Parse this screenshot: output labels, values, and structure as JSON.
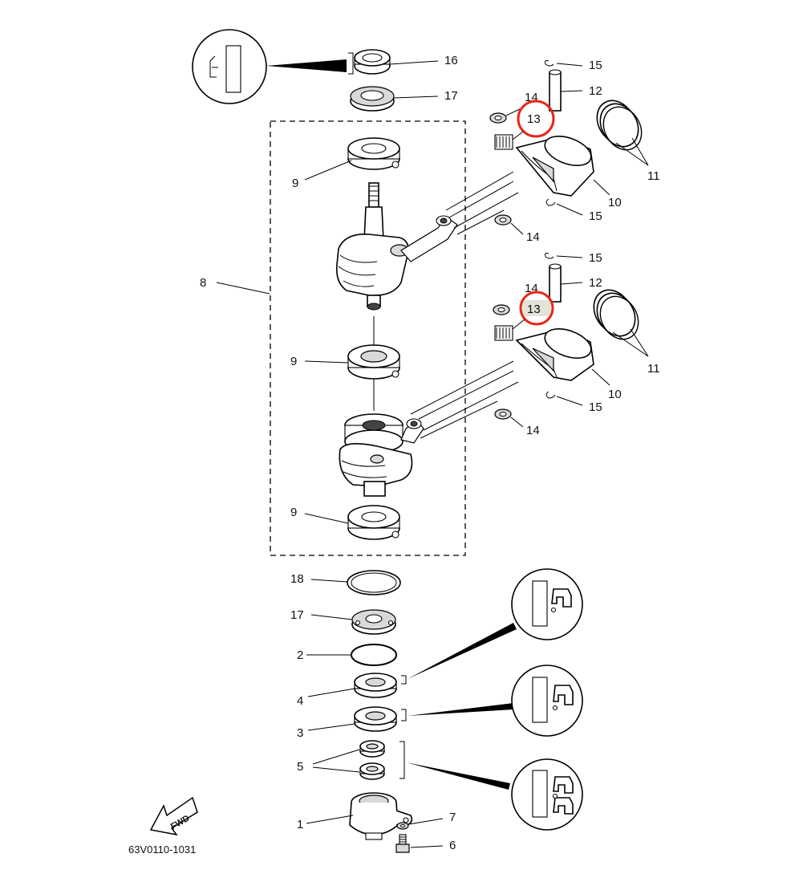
{
  "diagram_code": "63V0110-1031",
  "fwd_label": "FWD",
  "highlight_color": "#e8261b",
  "labels": {
    "l1": "1",
    "l2": "2",
    "l3": "3",
    "l4": "4",
    "l5": "5",
    "l6": "6",
    "l7": "7",
    "l8": "8",
    "l9a": "9",
    "l9b": "9",
    "l9c": "9",
    "l10a": "10",
    "l10b": "10",
    "l11a": "11",
    "l11b": "11",
    "l12a": "12",
    "l12b": "12",
    "l13a": "13",
    "l13b": "13",
    "l14a": "14",
    "l14b": "14",
    "l14c": "14",
    "l14d": "14",
    "l15a": "15",
    "l15b": "15",
    "l15c": "15",
    "l15d": "15",
    "l16": "16",
    "l17a": "17",
    "l17b": "17",
    "l18": "18"
  }
}
